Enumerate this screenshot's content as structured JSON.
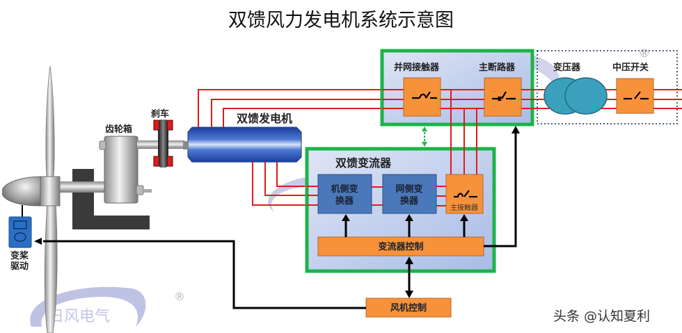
{
  "title": "双馈风力发电机系统示意图",
  "components": {
    "brake": "刹车",
    "gearbox": "齿轮箱",
    "generator": "双馈发电机",
    "pitch_drive_line1": "变桨",
    "pitch_drive_line2": "驱动",
    "grid_contactor": "并网接触器",
    "main_breaker": "主断路器",
    "transformer": "变压器",
    "mv_switch": "中压开关",
    "converter_title": "双馈变流器",
    "rotor_side_line1": "机侧变",
    "rotor_side_line2": "换器",
    "grid_side_line1": "网侧变",
    "grid_side_line2": "换器",
    "main_contactor": "主接触器",
    "converter_control": "变流器控制",
    "turbine_control": "风机控制"
  },
  "watermark": {
    "text": "日风电气",
    "registered": "®"
  },
  "credit": "头条 @认知夏利",
  "colors": {
    "power_line": "#e21a1a",
    "frame_green": "#1db34a",
    "orange_box": "#f7923a",
    "blue_box": "#4a78bb",
    "transformer": "#3aa0bc",
    "generator": "#2c59b5"
  }
}
